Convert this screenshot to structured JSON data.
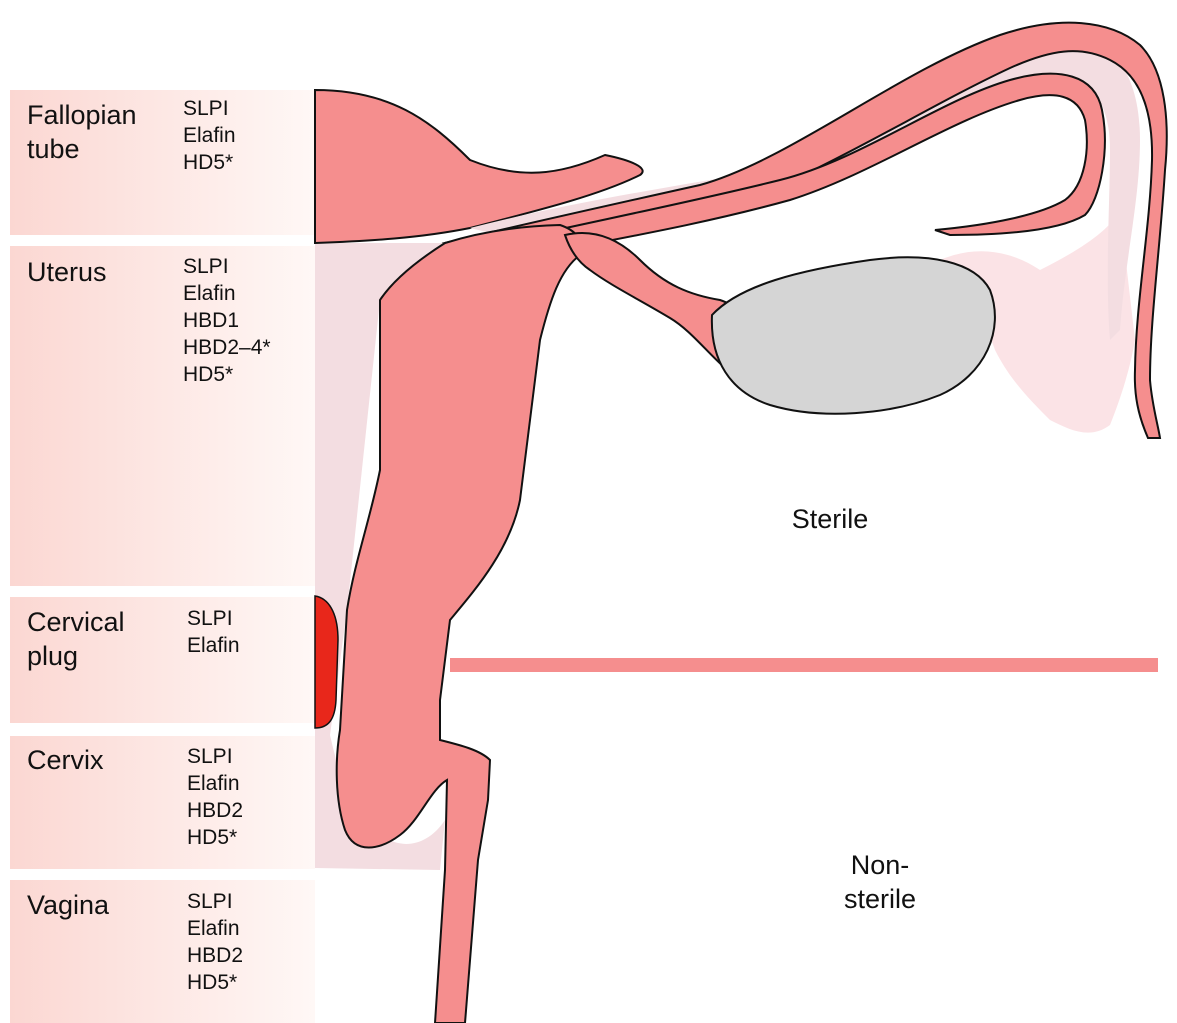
{
  "regions": [
    {
      "name": "Fallopian tube",
      "label": "Fallopian\ntube",
      "factors": [
        "SLPI",
        "Elafin",
        "HD5*"
      ]
    },
    {
      "name": "Uterus",
      "label": "Uterus",
      "factors": [
        "SLPI",
        "Elafin",
        "HBD1",
        "HBD2–4*",
        "HD5*"
      ]
    },
    {
      "name": "Cervical plug",
      "label": "Cervical\nplug",
      "factors": [
        "SLPI",
        "Elafin"
      ]
    },
    {
      "name": "Cervix",
      "label": "Cervix",
      "factors": [
        "SLPI",
        "Elafin",
        "HBD2",
        "HD5*"
      ]
    },
    {
      "name": "Vagina",
      "label": "Vagina",
      "factors": [
        "SLPI",
        "Elafin",
        "HBD2",
        "HD5*"
      ]
    }
  ],
  "zones": {
    "sterile": "Sterile",
    "non_sterile": "Non-\nsterile"
  },
  "colors": {
    "tissue": "#f58e8e",
    "tissue_outline": "#111111",
    "lumen": "#f3dde1",
    "fimbriae": "#fbe3e6",
    "ovary": "#d5d5d5",
    "plug": "#e8271b",
    "band_gradient_start": "#fbd7d2",
    "band_gradient_end": "#fff8f6"
  }
}
